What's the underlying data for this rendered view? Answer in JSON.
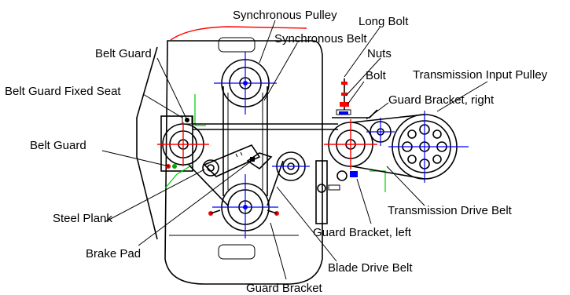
{
  "labels": {
    "synchronous_pulley": "Synchronous Pulley",
    "long_bolt": "Long Bolt",
    "synchronous_belt": "Synchronous Belt",
    "nuts": "Nuts",
    "belt_guard_top": "Belt Guard",
    "bolt": "Bolt",
    "transmission_input_pulley": "Transmission Input Pulley",
    "belt_guard_fixed_seat": "Belt Guard Fixed Seat",
    "guard_bracket_right": "Guard Bracket, right",
    "belt_guard_left": "Belt Guard",
    "transmission_drive_belt": "Transmission Drive Belt",
    "steel_plank": "Steel Plank",
    "guard_bracket_left": "Guard Bracket, left",
    "brake_pad": "Brake Pad",
    "blade_drive_belt": "Blade Drive Belt",
    "guard_bracket": "Guard Bracket"
  },
  "colors": {
    "outline": "#000000",
    "centerlines": "#0000ff",
    "highlight": "#ff0000",
    "guide": "#00cc00"
  }
}
